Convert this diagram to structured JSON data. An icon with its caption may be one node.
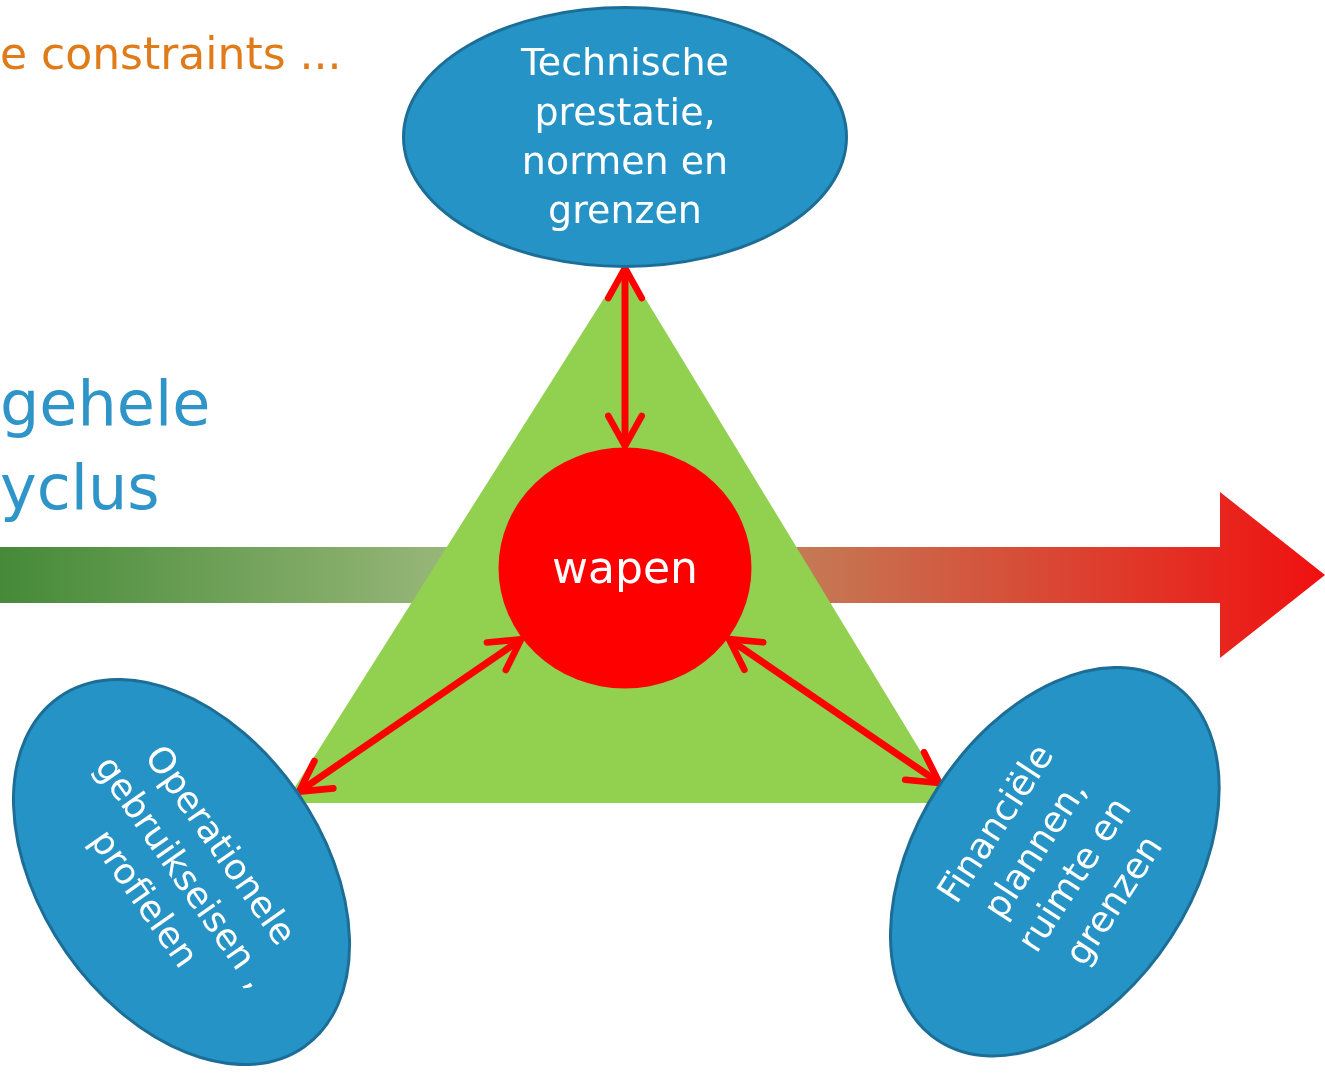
{
  "diagram": {
    "nodes": [
      {
        "text": [
          "Technische prestatie, normen en grenzen"
        ]
      },
      {
        "text": [
          "wapen"
        ]
      },
      {
        "text": [
          "Operationele gebruikseisen , profielen"
        ]
      },
      {
        "text": [
          "Financiële plannen, ruimte en grenzen"
        ]
      }
    ],
    "edges": [
      {
        "from": 1,
        "to": 0,
        "arrow": "both"
      },
      {
        "from": 1,
        "to": 2,
        "arrow": "both"
      },
      {
        "from": 1,
        "to": 3,
        "arrow": "both"
      }
    ],
    "labels": [
      "e constraints ...",
      "gehele yclus"
    ]
  }
}
